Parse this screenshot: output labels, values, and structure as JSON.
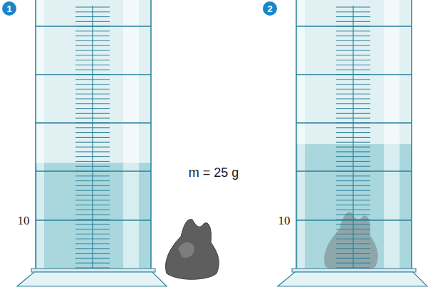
{
  "diagram": {
    "labels": [
      "1",
      "10",
      "m = 25 g",
      "2",
      "10"
    ]
  }
}
